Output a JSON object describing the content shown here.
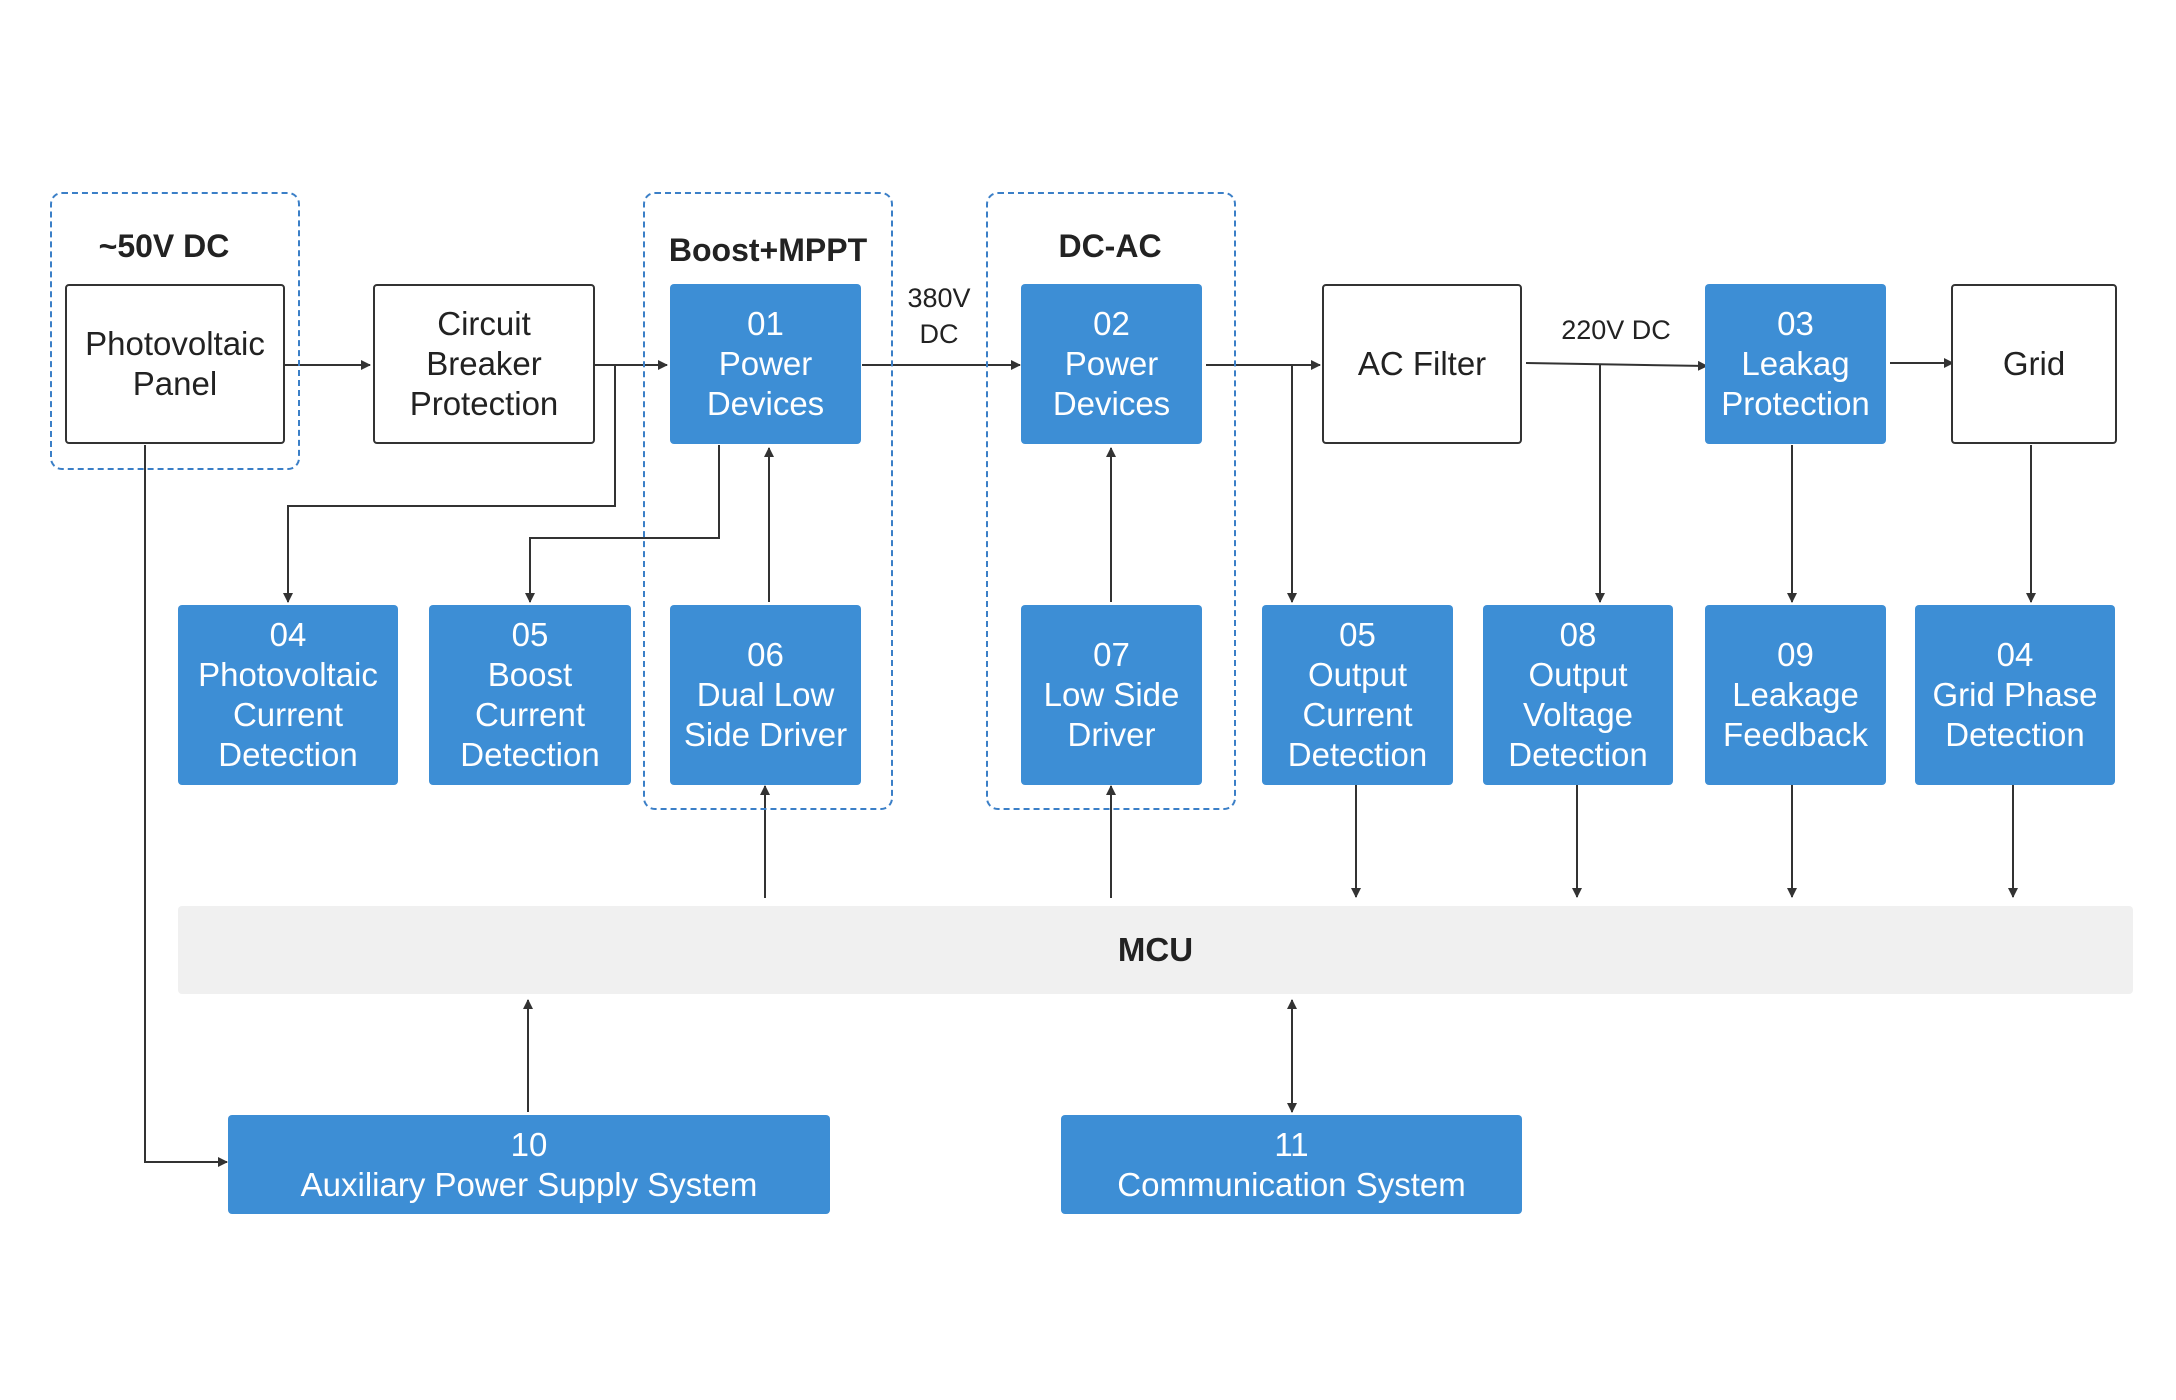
{
  "colors": {
    "accent": "#3d8ed5",
    "group_border": "#3b7fc7",
    "mcu_bg": "#f0f0f0",
    "line": "#333333"
  },
  "groups": {
    "pv": {
      "title": "~50V DC"
    },
    "boost": {
      "title": "Boost+MPPT"
    },
    "dcac": {
      "title": "DC-AC"
    }
  },
  "labels": {
    "v380": [
      "380V",
      "DC"
    ],
    "v220": "220V DC"
  },
  "nodes": {
    "pv_panel": [
      "Photovoltaic",
      "Panel"
    ],
    "breaker": [
      "Circuit",
      "Breaker",
      "Protection"
    ],
    "n01": [
      "01",
      "Power",
      "Devices"
    ],
    "n02": [
      "02",
      "Power",
      "Devices"
    ],
    "ac_filter": [
      "AC Filter"
    ],
    "n03": [
      "03",
      "Leakag",
      "Protection"
    ],
    "grid": [
      "Grid"
    ],
    "n04a": [
      "04",
      "Photovoltaic",
      "Current",
      "Detection"
    ],
    "n05a": [
      "05",
      "Boost",
      "Current",
      "Detection"
    ],
    "n06": [
      "06",
      "Dual Low",
      "Side Driver"
    ],
    "n07": [
      "07",
      "Low Side",
      "Driver"
    ],
    "n05b": [
      "05",
      "Output",
      "Current",
      "Detection"
    ],
    "n08": [
      "08",
      "Output",
      "Voltage",
      "Detection"
    ],
    "n09": [
      "09",
      "Leakage",
      "Feedback"
    ],
    "n04b": [
      "04",
      "Grid Phase",
      "Detection"
    ],
    "mcu": [
      "MCU"
    ],
    "n10": [
      "10",
      "Auxiliary Power Supply System"
    ],
    "n11": [
      "11",
      "Communication System"
    ]
  }
}
